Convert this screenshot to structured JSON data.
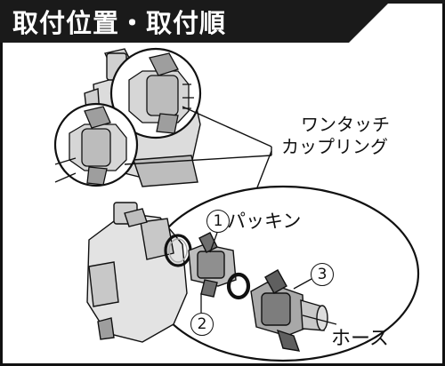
{
  "header": {
    "title": "取付位置・取付順"
  },
  "labels": {
    "coupling_line1": "ワンタッチ",
    "coupling_line2": "カップリング",
    "packing": "パッキン",
    "hose": "ホース"
  },
  "steps": {
    "one": "1",
    "two": "2",
    "three": "3"
  },
  "colors": {
    "header_bg": "#1a1a1a",
    "line": "#111111",
    "gray_light": "#d9d9d9",
    "gray_mid": "#a6a6a6",
    "gray_dark": "#7a7a7a"
  }
}
